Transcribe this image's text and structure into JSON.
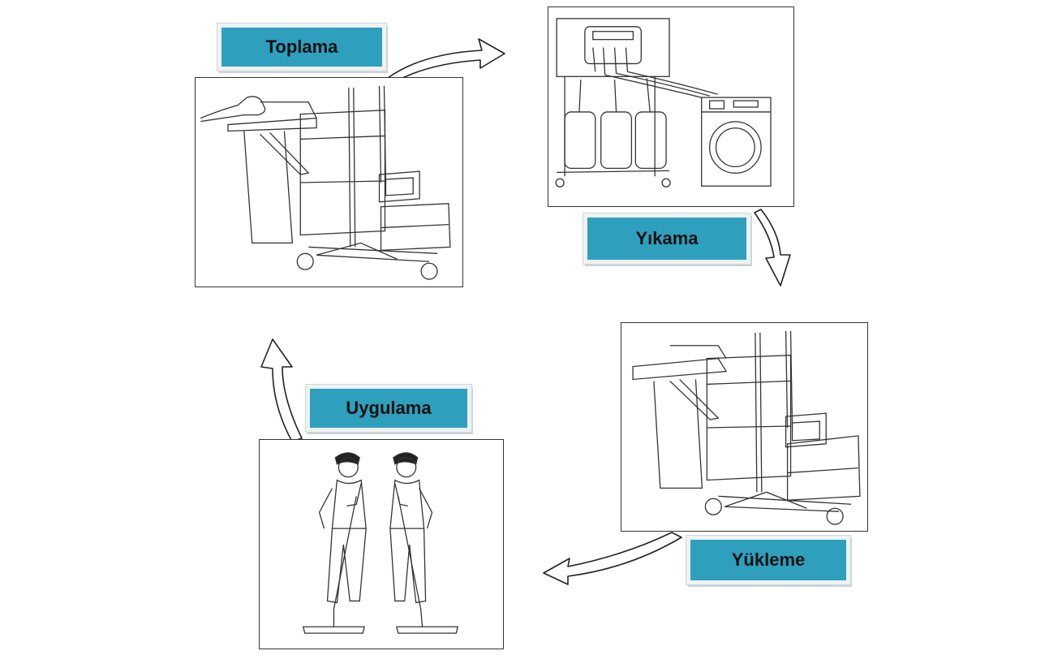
{
  "steps": {
    "toplama": "Toplama",
    "yikama": "Yıkama",
    "yukleme": "Yükleme",
    "uygulama": "Uygulama"
  },
  "colors": {
    "label_fill": "#2e9fbd",
    "line": "#333333"
  },
  "icons": {
    "toplama": "cleaning-cart-with-hand",
    "yikama": "dosing-unit-with-canisters-and-washing-machine",
    "yukleme": "cleaning-cart",
    "uygulama": "two-workers-mopping"
  }
}
